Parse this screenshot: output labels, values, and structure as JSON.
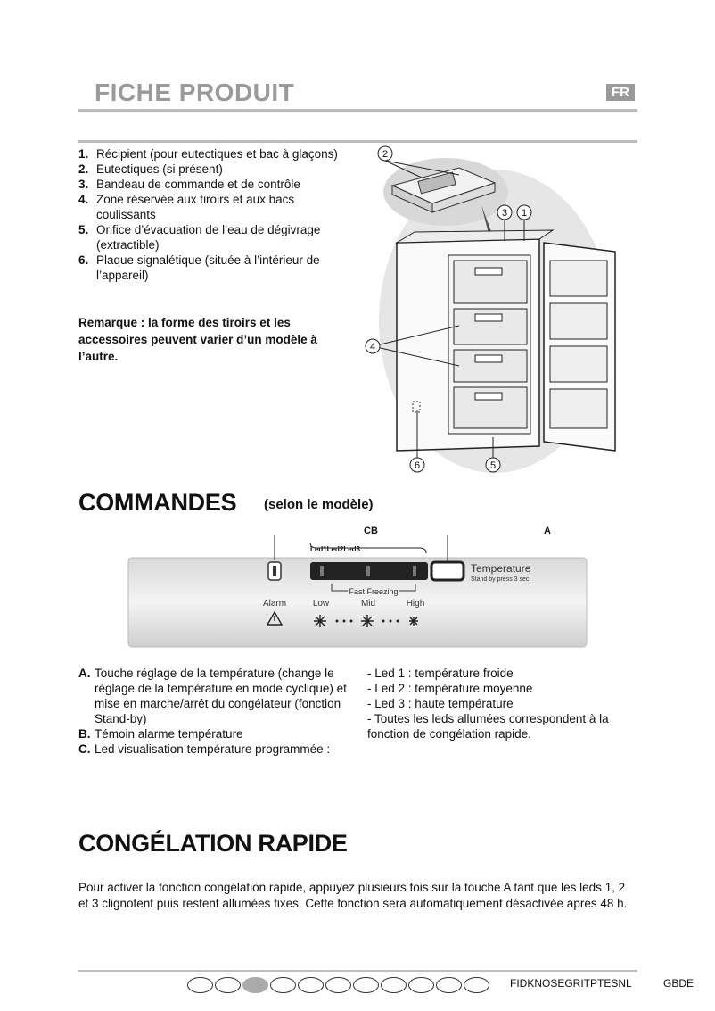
{
  "header": {
    "title": "FICHE PRODUIT",
    "lang": "FR"
  },
  "parts": [
    {
      "num": "1.",
      "text": "Récipient (pour eutectiques et bac à glaçons)"
    },
    {
      "num": "2.",
      "text": "Eutectiques (si présent)"
    },
    {
      "num": "3.",
      "text": "Bandeau de commande et de contrôle"
    },
    {
      "num": "4.",
      "text": "Zone réservée aux tiroirs et aux bacs coulissants"
    },
    {
      "num": "5.",
      "text": "Orifice d’évacuation de l’eau de dégivrage (extractible)"
    },
    {
      "num": "6.",
      "text": "Plaque signalétique (située à l’intérieur de l’appareil)"
    }
  ],
  "note": "Remarque : la forme des tiroirs et les accessoires peuvent varier d’un modèle à l’autre.",
  "diagram": {
    "callouts": [
      "2",
      "3",
      "1",
      "4",
      "6",
      "5"
    ]
  },
  "commandes": {
    "title": "COMMANDES",
    "subtitle": "(selon le modèle)",
    "label_cb": "CB",
    "label_a": "A",
    "leds_label": "Led1Led2Led3",
    "panel": {
      "temperature": "Temperature",
      "standby": "Stand by press 3 sec.",
      "fast_freezing": "Fast Freezing",
      "alarm": "Alarm",
      "low": "Low",
      "mid": "Mid",
      "high": "High"
    },
    "desc_left": [
      {
        "key": "A.",
        "text": "Touche réglage de la température (change le réglage de la température en mode cyclique) et mise en marche/arrêt du congélateur (fonction Stand-by)"
      },
      {
        "key": "B.",
        "text": "Témoin alarme température"
      },
      {
        "key": "C.",
        "text": "Led visualisation température programmée :"
      }
    ],
    "desc_right": [
      "- Led 1 : température froide",
      "- Led 2 : température moyenne",
      "- Led 3 : haute température",
      "- Toutes les leds allumées correspondent à la fonction de congélation rapide."
    ]
  },
  "congelation": {
    "title": "CONGÉLATION RAPIDE",
    "text": "Pour activer la fonction congélation rapide, appuyez plusieurs fois sur la touche A tant que les leds 1, 2 et 3 clignotent puis restent allumées fixes. Cette fonction sera automatiquement désactivée après 48 h."
  },
  "footer": {
    "langs": "FIDKNOSEGRITPTESNL",
    "langs2": "GBDE",
    "active_tab": 3
  }
}
